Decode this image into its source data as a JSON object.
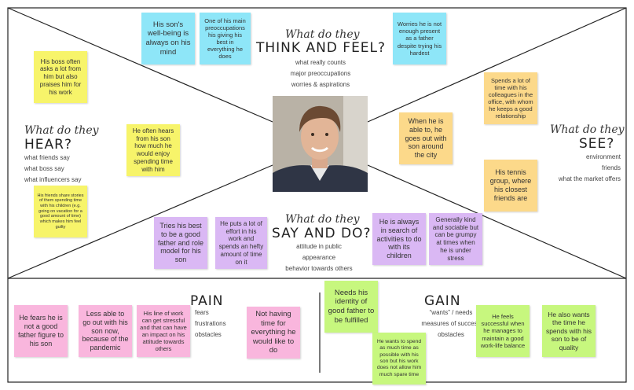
{
  "sections": {
    "think": {
      "script": "What do they",
      "title": "THINK AND FEEL?",
      "subs": [
        "what really counts",
        "major preoccupations",
        "worries & aspirations"
      ]
    },
    "hear": {
      "script": "What do they",
      "title": "HEAR?",
      "subs": [
        "what friends say",
        "what boss say",
        "what influencers say"
      ]
    },
    "see": {
      "script": "What do they",
      "title": "SEE?",
      "subs": [
        "environment",
        "friends",
        "what the market offers"
      ]
    },
    "say": {
      "script": "What do they",
      "title": "SAY AND DO?",
      "subs": [
        "attitude in public",
        "appearance",
        "behavior towards others"
      ]
    },
    "pain": {
      "title": "PAIN",
      "subs": [
        "fears",
        "frustrations",
        "obstacles"
      ]
    },
    "gain": {
      "title": "GAIN",
      "subs": [
        "“wants” / needs",
        "measures of success",
        "obstacles"
      ]
    }
  },
  "notes": {
    "think_1": "His son's well-being is always on his mind",
    "think_2": "One of his main preoccupations his giving his best in everything he does",
    "think_3": "Worries he is not enough present as a father despite trying his hardest",
    "hear_1": "His boss often asks a lot from him but also praises him for his work",
    "hear_2": "He often hears from his son how much he would enjoy spending time with him",
    "hear_3": "His friends share stories of them spending time with his children (e.g. going on vacation for a good amount of time) which makes him feel guilty",
    "see_1": "Spends a lot of time with his colleagues in the office, with whom he keeps a good relationship",
    "see_2": "When he is able to, he goes out with son around the city",
    "see_3": "His tennis group, where his closest friends are",
    "say_1": "Tries his best to be a good father and role model for his son",
    "say_2": "He puts a lot of effort in his work and spends an hefty amount of time on it",
    "say_3": "He is always in search of activities to do with its children",
    "say_4": "Generally kind and sociable but can be grumpy at times when he is under stress",
    "pain_1": "He fears he is not a good father figure to his son",
    "pain_2": "Less able to go out with his son now, because of the pandemic",
    "pain_3": "His line of work can get stressful and that can have an impact on his attitude towards others",
    "pain_4": "Not having time for everything he would like to do",
    "gain_1": "Needs his identity of good father to be fulfilled",
    "gain_2": "He wants to spend as much time as possible with his son but his work does not allow him much spare time",
    "gain_3": "He feels successful when he manages to maintain a good work-life balance",
    "gain_4": "He also wants the time he spends with his son to be of quality"
  },
  "colors": {
    "blue": "#8ee6f8",
    "yellow": "#f7f46a",
    "orange": "#fcd98a",
    "purple": "#dab8f4",
    "pink": "#f9b6dd",
    "green": "#c7f77e",
    "lines": "#222222"
  },
  "photo": {
    "icon": "person-portrait"
  }
}
